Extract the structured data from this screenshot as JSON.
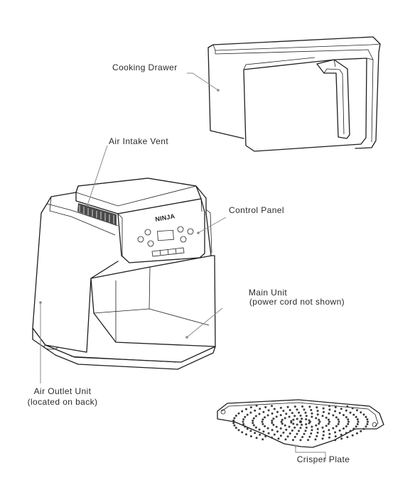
{
  "labels": {
    "cooking_drawer": "Cooking Drawer",
    "air_intake_vent": "Air Intake Vent",
    "control_panel": "Control Panel",
    "main_unit_line1": "Main Unit",
    "main_unit_line2": "(power cord not shown)",
    "air_outlet_line1": "Air Outlet Unit",
    "air_outlet_line2": "(located on back)",
    "crisper_plate": "Crisper Plate"
  },
  "brand_logo_text": "NINJA"
}
